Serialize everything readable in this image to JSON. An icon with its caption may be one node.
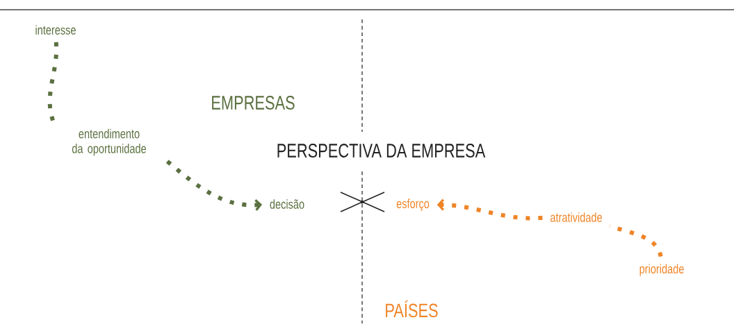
{
  "diagram": {
    "nodes": [
      {
        "text": [
          "interesse"
        ]
      },
      {
        "text": [
          "entendimento da oportunidade"
        ]
      },
      {
        "text": [
          "decisão"
        ]
      },
      {
        "text": [
          "esforço"
        ]
      },
      {
        "text": [
          "atratividade"
        ]
      },
      {
        "text": [
          "prioridade"
        ]
      }
    ],
    "edges": [
      {
        "from": 0,
        "to": 1,
        "arrow": "none",
        "color": "#5b7040"
      },
      {
        "from": 1,
        "to": 2,
        "arrow": "to",
        "color": "#5b7040"
      },
      {
        "from": 5,
        "to": 4,
        "arrow": "none",
        "color": "#ef8427"
      },
      {
        "from": 4,
        "to": 3,
        "arrow": "to",
        "color": "#ef8427"
      }
    ],
    "labels": [
      "EMPRESAS",
      "PERSPECTIVA DA EMPRESA",
      "PAÍSES"
    ]
  }
}
